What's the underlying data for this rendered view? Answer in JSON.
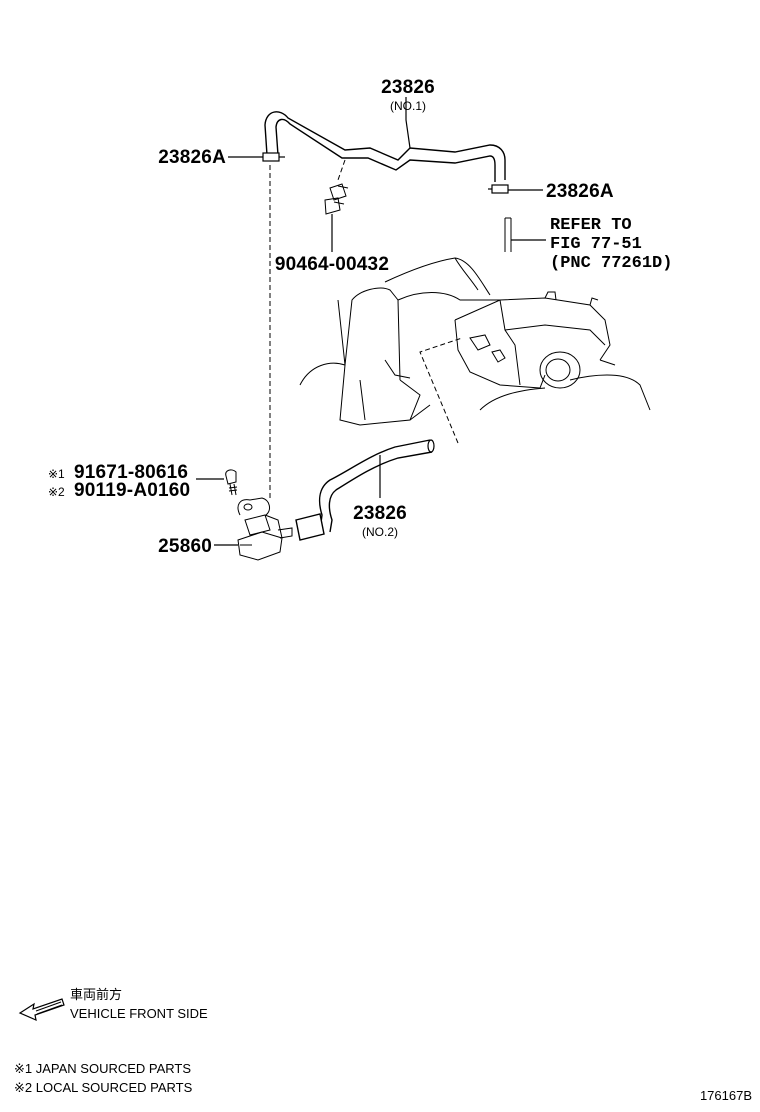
{
  "labels": {
    "hose_no1_pn": "23826",
    "hose_no1_sub": "(NO.1)",
    "clamp_left": "23826A",
    "clamp_right": "23826A",
    "refer_line1": "REFER TO",
    "refer_line2": "FIG 77-51",
    "refer_line3": "(PNC 77261D)",
    "clip_pn": "90464-00432",
    "bolt_pn_1_mark": "※1",
    "bolt_pn_1": "91671-80616",
    "bolt_pn_2_mark": "※2",
    "bolt_pn_2": "90119-A0160",
    "valve_pn": "25860",
    "hose_no2_pn": "23826",
    "hose_no2_sub": "(NO.2)"
  },
  "legend": {
    "direction_jp": "車両前方",
    "direction_en": "VEHICLE FRONT SIDE",
    "note1": "※1 JAPAN SOURCED PARTS",
    "note2": "※2 LOCAL SOURCED PARTS"
  },
  "figure_id": "176167B"
}
